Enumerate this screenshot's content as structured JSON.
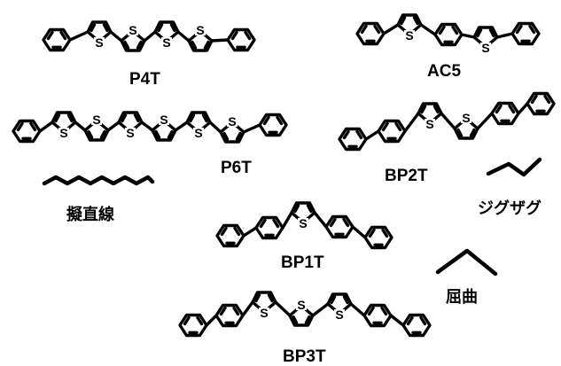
{
  "molecules": {
    "p4t": "P4T",
    "ac5": "AC5",
    "p6t": "P6T",
    "bp2t": "BP2T",
    "bp1t": "BP1T",
    "bp3t": "BP3T"
  },
  "shapes": {
    "quasi_linear": "擬直線",
    "zigzag": "ジグザグ",
    "bent": "屈曲"
  },
  "atoms": {
    "sulfur": "S"
  }
}
